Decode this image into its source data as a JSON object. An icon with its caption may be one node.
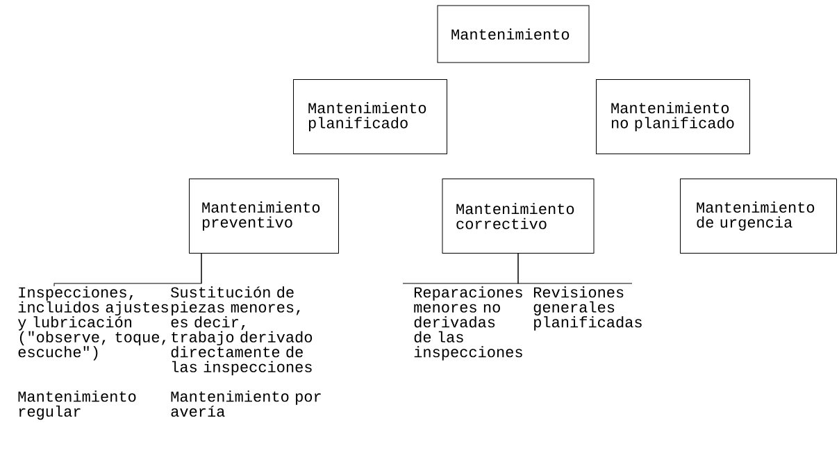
{
  "diagram": {
    "nodes": [
      {
        "text": [
          "Mantenimiento"
        ]
      },
      {
        "text": [
          "Mantenimiento planificado"
        ]
      },
      {
        "text": [
          "Mantenimiento no planificado"
        ]
      },
      {
        "text": [
          "Mantenimiento preventivo"
        ]
      },
      {
        "text": [
          "Mantenimiento correctivo"
        ]
      },
      {
        "text": [
          "Mantenimiento de urgencia"
        ]
      },
      {
        "text": [
          "Inspecciones, incluidos ajustes y lubricación (\"observe, toque, escuche\")"
        ],
        "beside": [
          "Mantenimiento regular"
        ]
      },
      {
        "text": [
          "Sustitución de piezas menores, es decir, trabajo derivado directamente de las inspecciones"
        ],
        "beside": [
          "Mantenimiento por avería"
        ]
      },
      {
        "text": [
          "Reparaciones menores no derivadas de las inspecciones"
        ]
      },
      {
        "text": [
          "Revisiones generales planificadas"
        ]
      }
    ],
    "edges": [
      {
        "from": 3,
        "to": 6,
        "arrow": "none"
      },
      {
        "from": 3,
        "to": 7,
        "arrow": "none"
      },
      {
        "from": 4,
        "to": 8,
        "arrow": "none"
      },
      {
        "from": 4,
        "to": 9,
        "arrow": "none"
      }
    ]
  }
}
